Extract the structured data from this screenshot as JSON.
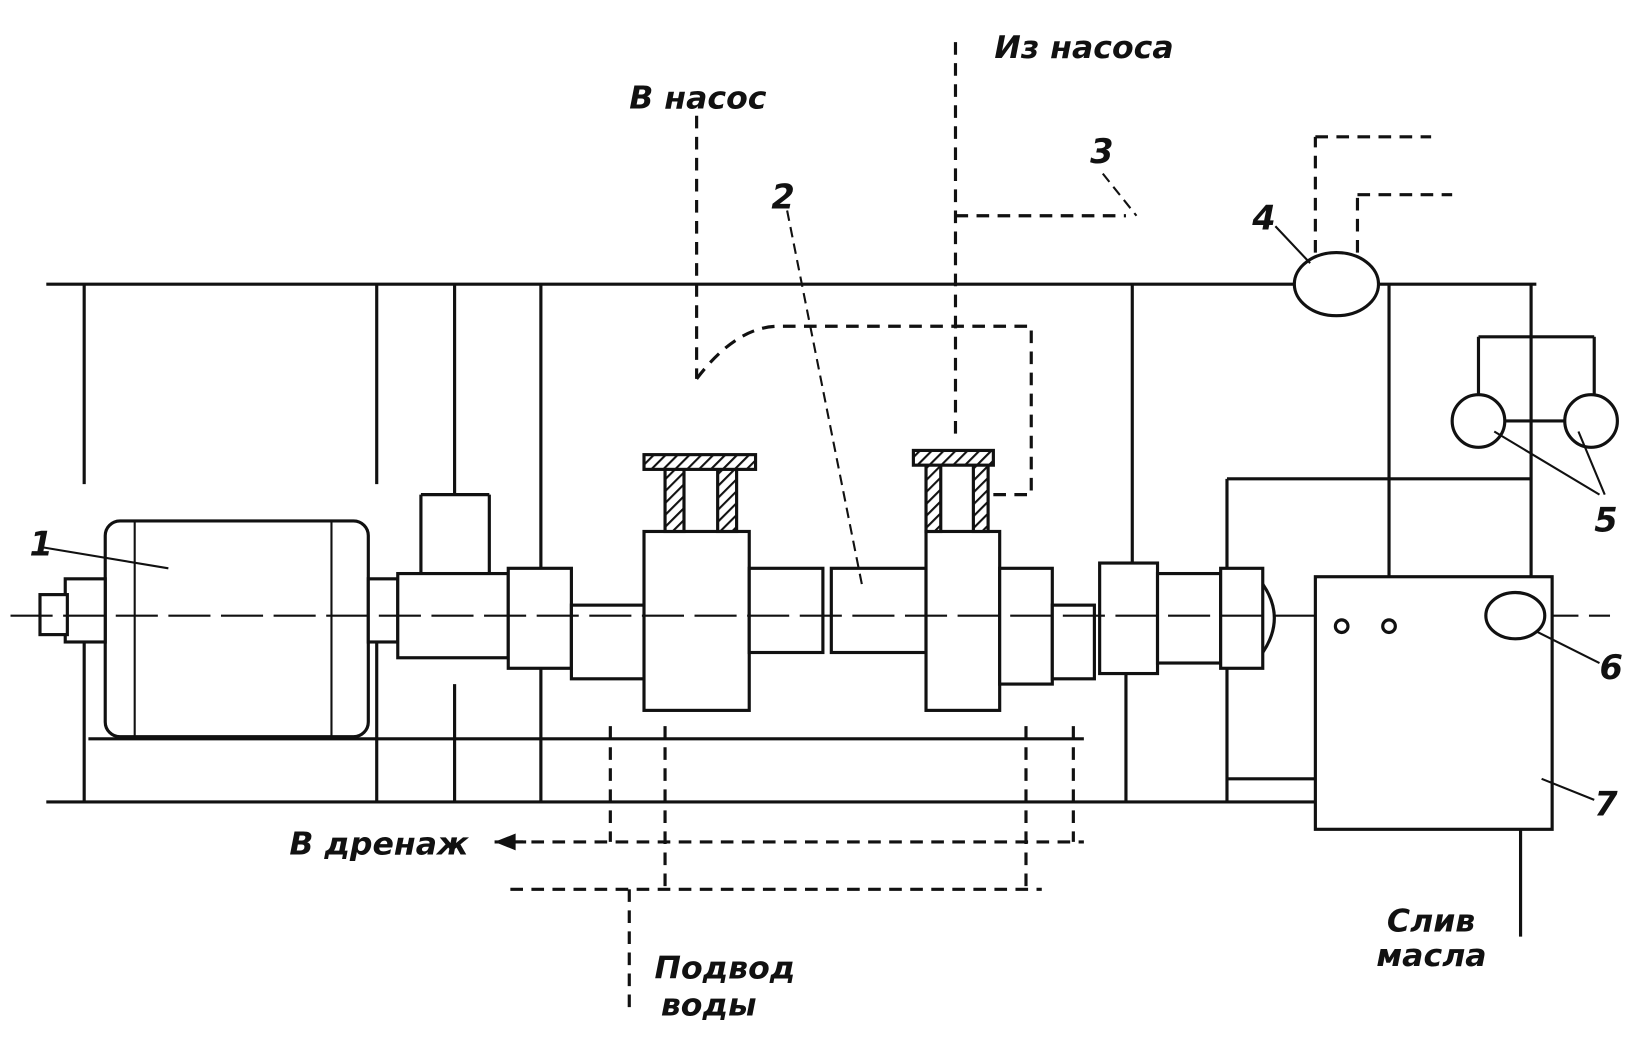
{
  "labels": {
    "from_pump": "Из насоса",
    "to_pump": "В насос",
    "to_drain": "В дренаж",
    "water_supply_line1": "Подвод",
    "water_supply_line2": "воды",
    "oil_drain_line1": "Слив",
    "oil_drain_line2": "масла"
  },
  "callouts": {
    "c1": "1",
    "c2": "2",
    "c3": "3",
    "c4": "4",
    "c5": "5",
    "c6": "6",
    "c7": "7"
  }
}
